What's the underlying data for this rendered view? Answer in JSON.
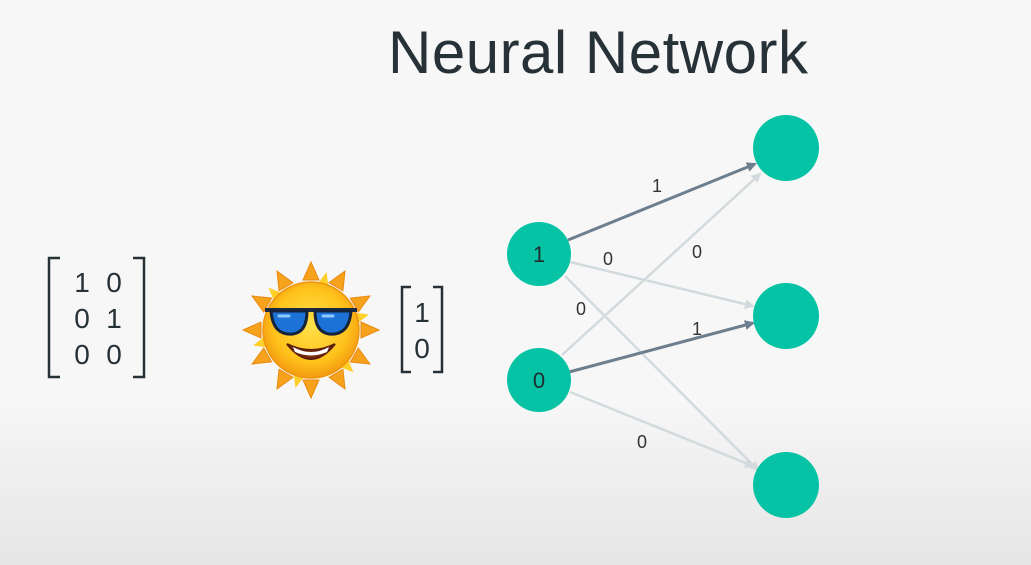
{
  "title": "Neural Network",
  "matrix": [
    [
      "1",
      "0"
    ],
    [
      "0",
      "1"
    ],
    [
      "0",
      "0"
    ]
  ],
  "vector": [
    "1",
    "0"
  ],
  "sun_icon": "sun-with-sunglasses-icon",
  "network": {
    "inputs": [
      "1",
      "0"
    ],
    "output_count": 3,
    "weights": {
      "in1_out1": "1",
      "in1_out2": "0",
      "in1_out3": "0",
      "in2_out1": "0",
      "in2_out2": "1",
      "in2_out3": "0"
    }
  },
  "colors": {
    "node": "#06c3a6",
    "active_edge": "#6d7f8e",
    "inactive_edge": "#d3dadd",
    "title": "#263238"
  }
}
